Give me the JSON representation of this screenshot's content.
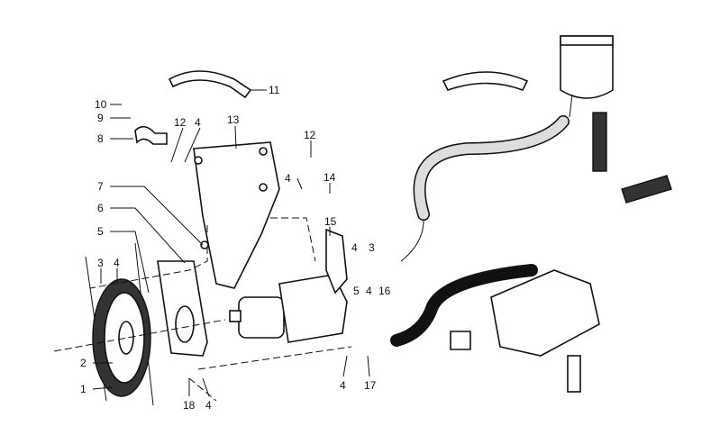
{
  "diagram": {
    "title": "Power steering pump assembly exploded view",
    "callouts": [
      "10",
      "9",
      "8",
      "12",
      "4",
      "13",
      "11",
      "12",
      "4",
      "14",
      "7",
      "6",
      "5",
      "15",
      "4",
      "3",
      "3",
      "4",
      "5",
      "4",
      "16",
      "2",
      "1",
      "18",
      "4",
      "4",
      "17"
    ]
  }
}
